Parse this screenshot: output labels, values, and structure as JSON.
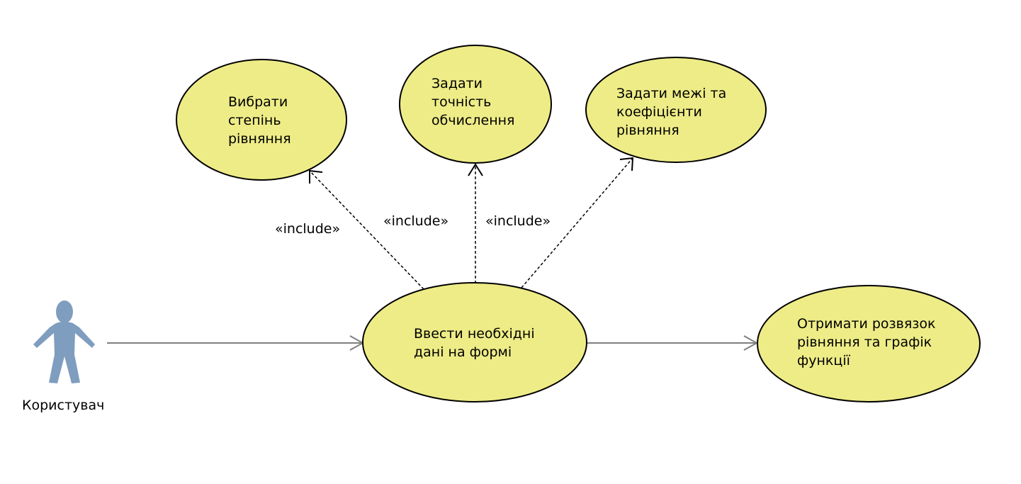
{
  "actor": {
    "label": "Користувач"
  },
  "use_cases": {
    "degree": {
      "lines": [
        "Вибрати",
        "степінь",
        "рівняння"
      ]
    },
    "precision": {
      "lines": [
        "Задати",
        "точність",
        "обчислення"
      ]
    },
    "bounds": {
      "lines": [
        "Задати межі та",
        "коефіцієнти",
        "рівняння"
      ]
    },
    "input": {
      "lines": [
        "Ввести необхідні",
        "дані на формі"
      ]
    },
    "result": {
      "lines": [
        "Отримати розвязок",
        "рівняння та графік",
        "функції"
      ]
    }
  },
  "relations": {
    "include_degree": "«include»",
    "include_precision": "«include»",
    "include_bounds": "«include»"
  },
  "colors": {
    "use_case_fill": "#eeec87",
    "actor": "#7f9dbf",
    "association": "#7f7f7f"
  }
}
